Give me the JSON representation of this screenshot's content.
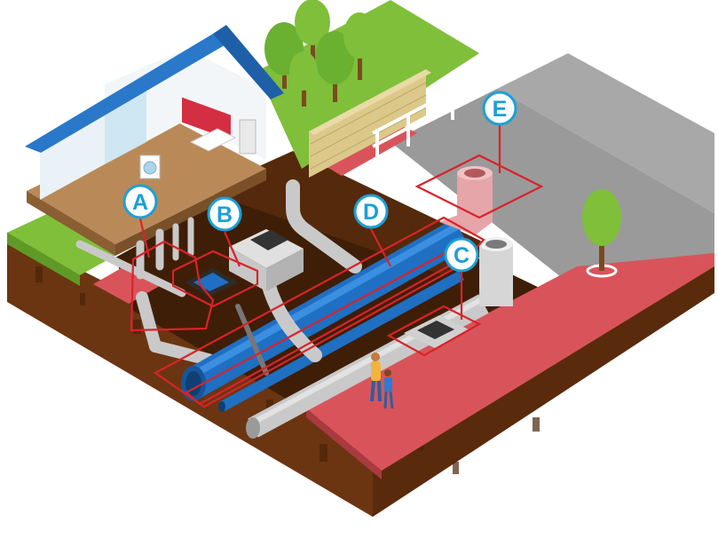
{
  "callouts": [
    {
      "id": "A",
      "label": "A"
    },
    {
      "id": "B",
      "label": "B"
    },
    {
      "id": "C",
      "label": "C"
    },
    {
      "id": "D",
      "label": "D"
    },
    {
      "id": "E",
      "label": "E"
    }
  ],
  "colors": {
    "callout_ring": "#1aa0d8",
    "highlight_outline": "#d8232a",
    "soil": "#6b3512",
    "soil_dark": "#4a2408",
    "grass": "#7fbf3a",
    "brick_sidewalk": "#d9545a",
    "road": "#9a9a9a",
    "blue_pipe": "#1f6fc2",
    "grey_pipe": "#c9c9c9",
    "roof": "#1e5fa8",
    "wall": "#dcc989"
  }
}
